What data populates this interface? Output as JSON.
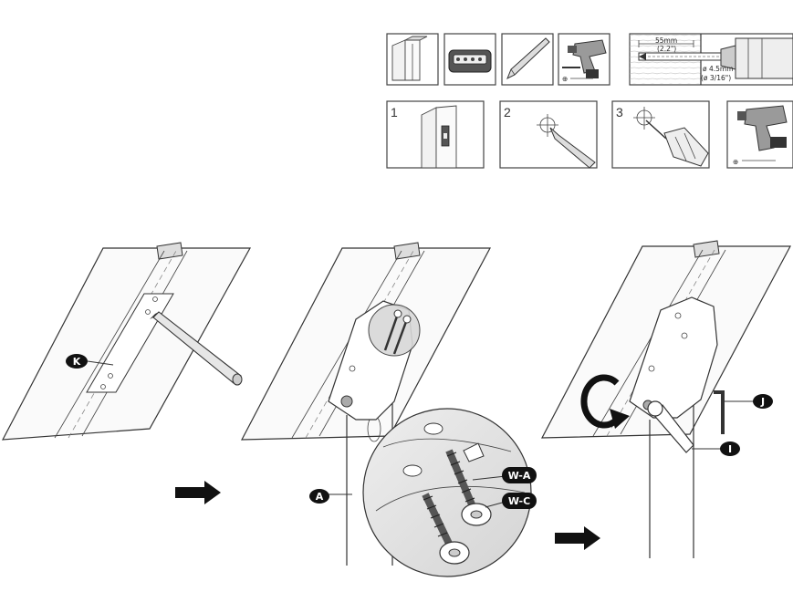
{
  "tools_row": {
    "drill_guide": {
      "depth_label": "55mm",
      "depth_imperial": "(2.2\")",
      "bit_metric": "ø 4.5mm",
      "bit_imperial": "(ø 3/16\")"
    }
  },
  "step_row": {
    "steps": [
      "1",
      "2",
      "3"
    ]
  },
  "callouts": {
    "K": "K",
    "A": "A",
    "WA": "W-A",
    "WC": "W-C",
    "J": "J",
    "I": "I"
  }
}
